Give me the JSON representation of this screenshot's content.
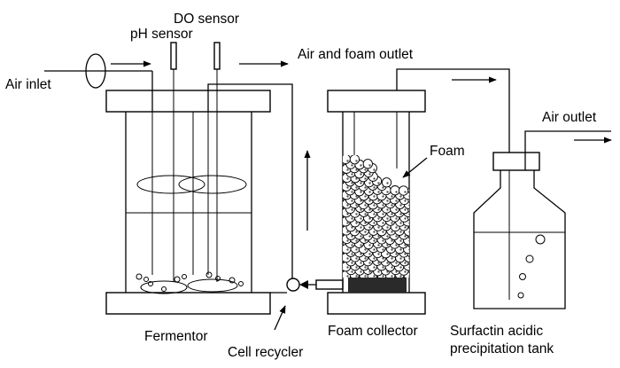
{
  "labels": {
    "do_sensor": "DO sensor",
    "ph_sensor": "pH sensor",
    "air_inlet": "Air inlet",
    "air_foam_outlet": "Air and foam outlet",
    "air_outlet": "Air outlet",
    "foam": "Foam",
    "fermentor": "Fermentor",
    "cell_recycler": "Cell recycler",
    "foam_collector": "Foam collector",
    "tank_line1": "Surfactin acidic",
    "tank_line2": "precipitation tank"
  }
}
